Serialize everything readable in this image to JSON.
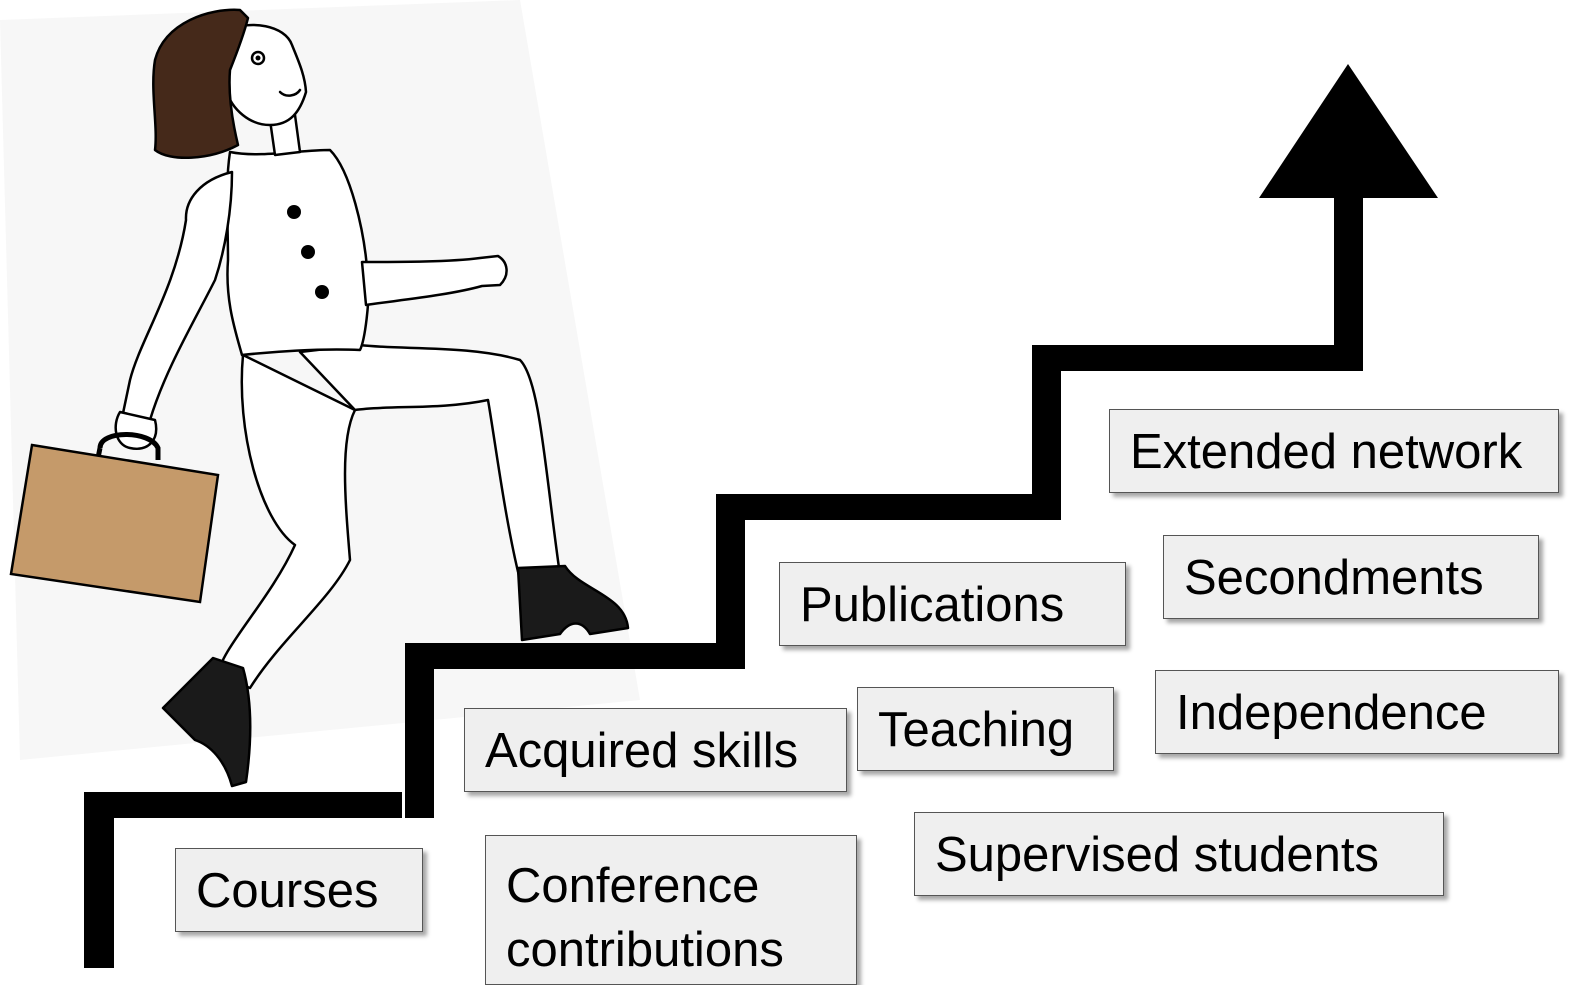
{
  "labels": {
    "courses": "Courses",
    "conference": "Conference contributions",
    "conference_line1": "Conference",
    "conference_line2": "contributions",
    "acquired_skills": "Acquired skills",
    "publications": "Publications",
    "teaching": "Teaching",
    "supervised_students": "Supervised students",
    "extended_network": "Extended network",
    "secondments": "Secondments",
    "independence": "Independence"
  },
  "colors": {
    "staircase": "#000000",
    "box_fill": "#efefef",
    "hair": "#45291a",
    "briefcase": "#c59a6a",
    "boots": "#1a1a1a"
  }
}
